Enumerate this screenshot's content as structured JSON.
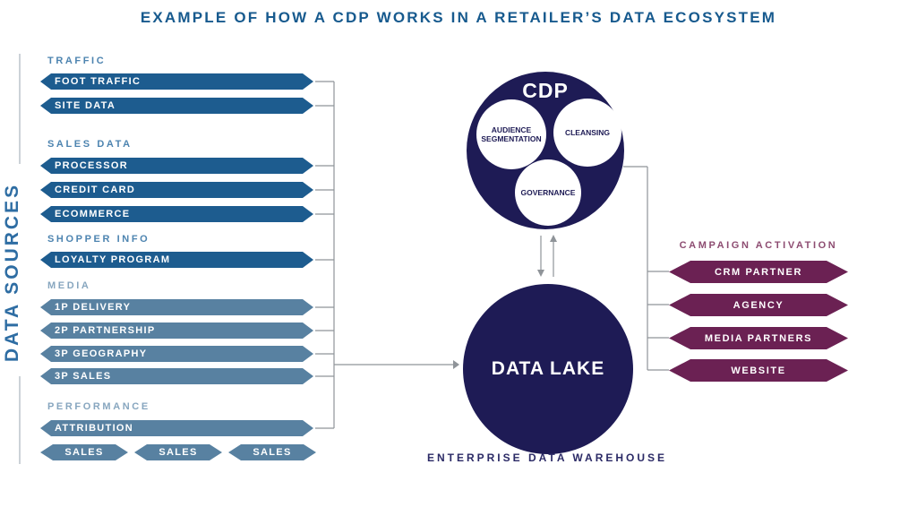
{
  "title": "EXAMPLE OF HOW A CDP WORKS IN A RETAILER’S DATA ECOSYSTEM",
  "colors": {
    "title_blue": "#175A8E",
    "dark_banner_blue": "#1D5C8F",
    "light_banner_blue": "#5881A1",
    "maroon_banner": "#6B2153",
    "navy_circle": "#1E1B55",
    "connector_gray": "#8F9499"
  },
  "data_sources": {
    "axis_label": "DATA SOURCES",
    "groups": [
      {
        "label": "TRAFFIC",
        "items": [
          "FOOT TRAFFIC",
          "SITE DATA"
        ]
      },
      {
        "label": "SALES DATA",
        "items": [
          "PROCESSOR",
          "CREDIT CARD",
          "ECOMMERCE"
        ]
      },
      {
        "label": "SHOPPER INFO",
        "items": [
          "LOYALTY PROGRAM"
        ]
      },
      {
        "label": "MEDIA",
        "items": [
          "1P DELIVERY",
          "2P PARTNERSHIP",
          "3P GEOGRAPHY",
          "3P SALES"
        ]
      },
      {
        "label": "PERFORMANCE",
        "items": [
          "ATTRIBUTION"
        ]
      }
    ],
    "sales_chips": [
      "SALES",
      "SALES",
      "SALES"
    ]
  },
  "cdp": {
    "title": "CDP",
    "capabilities": [
      "AUDIENCE SEGMENTATION",
      "CLEANSING",
      "GOVERNANCE"
    ]
  },
  "data_lake": {
    "title": "DATA LAKE",
    "caption": "ENTERPRISE DATA WAREHOUSE"
  },
  "campaign_activation": {
    "label": "CAMPAIGN ACTIVATION",
    "items": [
      "CRM PARTNER",
      "AGENCY",
      "MEDIA PARTNERS",
      "WEBSITE"
    ]
  }
}
